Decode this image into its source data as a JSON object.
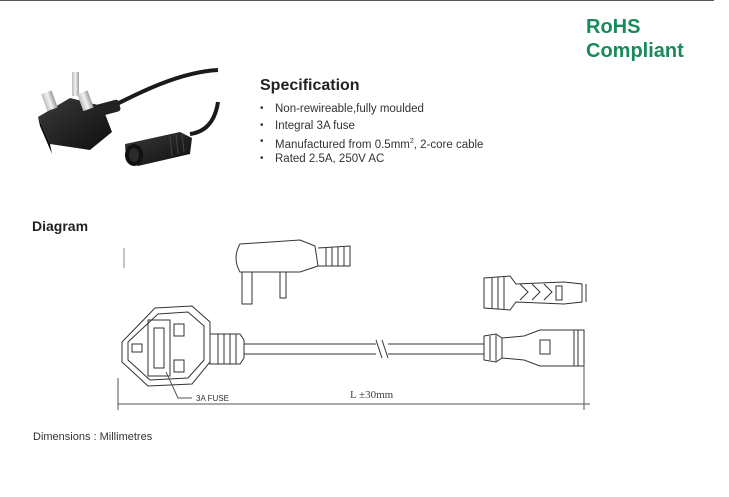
{
  "badge": {
    "line1": "RoHS",
    "line2": "Compliant",
    "color": "#1a8a5a"
  },
  "spec": {
    "title": "Specification",
    "items": [
      "Non-rewireable,fully moulded",
      "Integral 3A fuse",
      "Manufactured from 0.5mm",
      "Rated 2.5A, 250V AC"
    ],
    "item3_sup": "2",
    "item3_tail": ", 2-core cable"
  },
  "diagram": {
    "title": "Diagram",
    "fuse_label": "3A FUSE",
    "length_label": "L ±30mm"
  },
  "footer": {
    "dimensions": "Dimensions : Millimetres"
  },
  "icons": {
    "photo": "uk-plug-cable-photo-icon",
    "drawing": "plug-cable-line-drawing-icon"
  }
}
